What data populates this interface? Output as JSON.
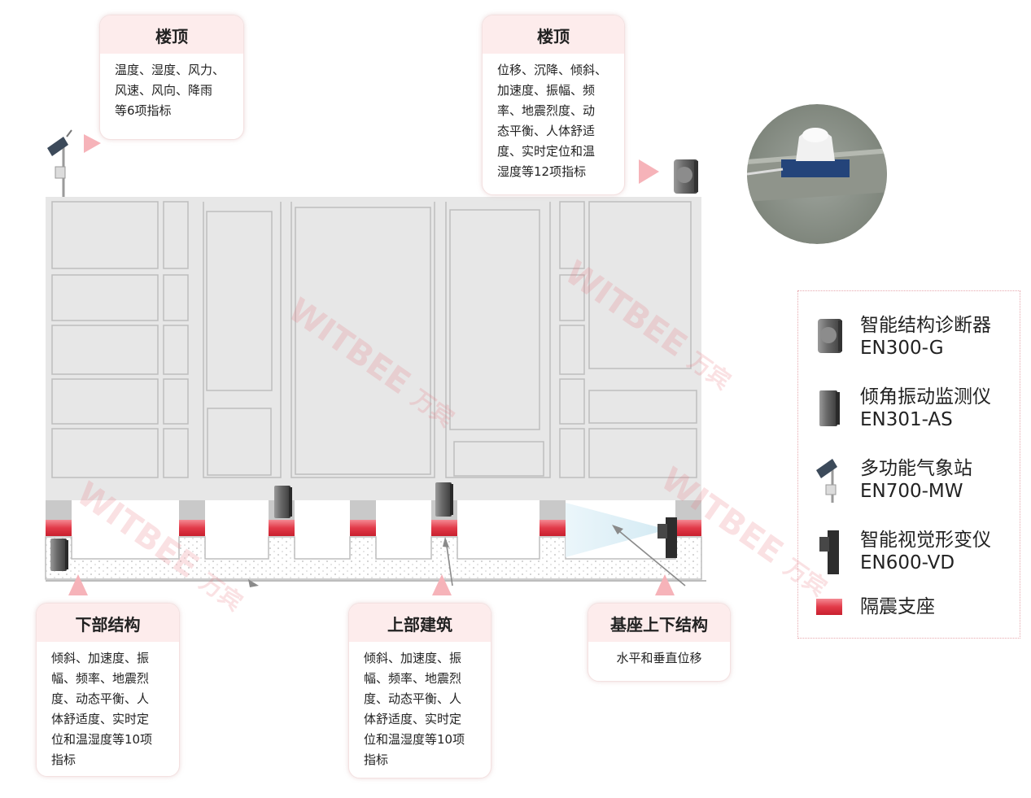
{
  "callouts": {
    "roof_left": {
      "title": "楼顶",
      "body": "温度、湿度、风力、\n风速、风向、降雨\n等6项指标"
    },
    "roof_right": {
      "title": "楼顶",
      "body": "位移、沉降、倾斜、\n加速度、振幅、频\n率、地震烈度、动\n态平衡、人体舒适\n度、实时定位和温\n湿度等12项指标"
    },
    "lower_structure": {
      "title": "下部结构",
      "body": "倾斜、加速度、振\n幅、频率、地震烈\n度、动态平衡、人\n体舒适度、实时定\n位和温湿度等10项\n指标"
    },
    "upper_building": {
      "title": "上部建筑",
      "body": "倾斜、加速度、振\n幅、频率、地震烈\n度、动态平衡、人\n体舒适度、实时定\n位和温湿度等10项\n指标"
    },
    "base_structure": {
      "title": "基座上下结构",
      "body": "水平和垂直位移"
    }
  },
  "legend": {
    "items": [
      {
        "icon": "diagnostic-device-icon",
        "name": "智能结构诊断器",
        "model": "EN300-G"
      },
      {
        "icon": "tilt-vibration-monitor-icon",
        "name": "倾角振动监测仪",
        "model": "EN301-AS"
      },
      {
        "icon": "weather-station-icon",
        "name": "多功能气象站",
        "model": "EN700-MW"
      },
      {
        "icon": "vision-deformation-icon",
        "name": "智能视觉形变仪",
        "model": "EN600-VD"
      },
      {
        "icon": "isolation-bearing-icon",
        "name": "隔震支座",
        "model": ""
      }
    ]
  },
  "watermark": {
    "brand": "WITBEE",
    "cn": "万宾"
  },
  "colors": {
    "accent_pink": "#f6b3b9",
    "bearing_red": "#e8414f",
    "building_fill": "#e7e7e7",
    "callout_head": "#fdecec"
  }
}
